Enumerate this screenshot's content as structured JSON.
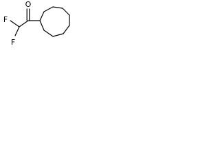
{
  "molecule": {
    "atoms": {
      "oxygen": {
        "symbol": "O"
      },
      "fluorine_top": {
        "symbol": "F"
      },
      "fluorine_bottom": {
        "symbol": "F"
      }
    },
    "colors": {
      "bond": "#000000",
      "label": "#000000",
      "background": "#ffffff"
    }
  }
}
